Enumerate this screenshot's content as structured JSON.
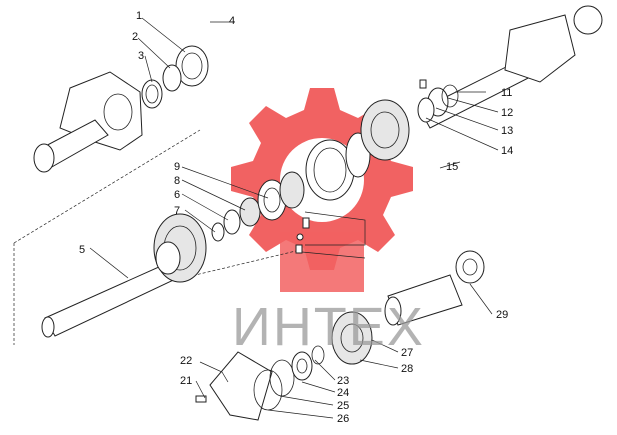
{
  "watermark": {
    "text": "ИНТЕХ",
    "gear_color": "#ee3b3b"
  },
  "callouts": [
    "1",
    "2",
    "3",
    "4",
    "5",
    "6",
    "7",
    "8",
    "9",
    "11",
    "12",
    "13",
    "14",
    "15",
    "21",
    "22",
    "23",
    "24",
    "25",
    "26",
    "27",
    "28",
    "29"
  ]
}
